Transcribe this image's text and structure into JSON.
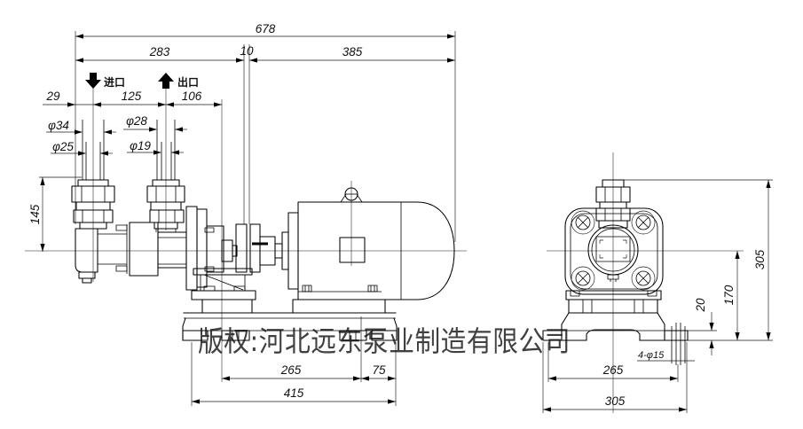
{
  "watermark": {
    "text": "版权:河北远东泵业制造有限公司",
    "color": "#f08160"
  },
  "line_color": "#000000",
  "side_view": {
    "ports": {
      "inlet_label": "进口",
      "outlet_label": "出口"
    },
    "dims": {
      "overall_length": "678",
      "front_section": "283",
      "coupling_gap": "10",
      "motor_section": "385",
      "inlet_offset": "29",
      "port_spacing": "125",
      "outlet_to_support": "106",
      "inlet_od": "φ34",
      "inlet_id": "φ25",
      "outlet_od": "φ28",
      "outlet_id": "φ19",
      "port_center_height": "145",
      "foot_spacing": "265",
      "foot_overhang": "75",
      "base_length": "415"
    }
  },
  "front_view": {
    "dims": {
      "overall_height": "305",
      "centerline_height": "170",
      "foot_pad_thickness": "20",
      "anchor_bolt_holes": "4-φ15",
      "bolt_spacing": "265",
      "base_width": "305"
    }
  }
}
